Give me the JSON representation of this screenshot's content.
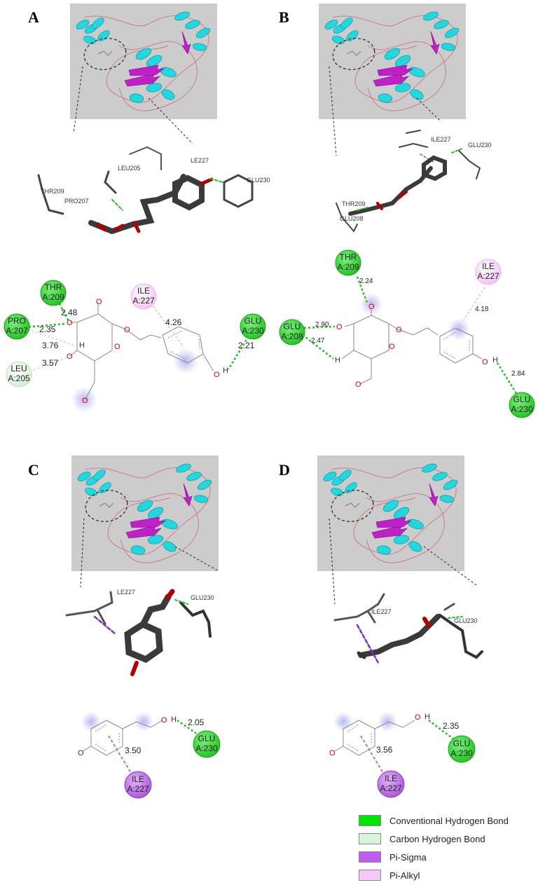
{
  "panels": {
    "A": {
      "letter": "A",
      "stick_labels": [
        "LE227",
        "LEU205",
        "THR209",
        "PRO207",
        "GLU230"
      ],
      "residues": [
        {
          "name": "THR",
          "chain": "A:209",
          "type": "conventional"
        },
        {
          "name": "PRO",
          "chain": "A:207",
          "type": "conventional"
        },
        {
          "name": "LEU",
          "chain": "A:205",
          "type": "carbon"
        },
        {
          "name": "ILE",
          "chain": "A:227",
          "type": "pi-alkyl"
        },
        {
          "name": "GLU",
          "chain": "A:230",
          "type": "conventional"
        }
      ],
      "distances": [
        "2.48",
        "2.35",
        "3.76",
        "3.57",
        "4.26",
        "2.21"
      ]
    },
    "B": {
      "letter": "B",
      "stick_labels": [
        "ILE227",
        "GLU230",
        "THR209",
        "GLU208"
      ],
      "residues": [
        {
          "name": "THR",
          "chain": "A:209",
          "type": "conventional"
        },
        {
          "name": "GLU",
          "chain": "A:208",
          "type": "conventional"
        },
        {
          "name": "ILE",
          "chain": "A:227",
          "type": "pi-alkyl"
        },
        {
          "name": "GLU",
          "chain": "A:230",
          "type": "conventional"
        }
      ],
      "distances": [
        "2.24",
        "2.90",
        "2.47",
        "4.18",
        "2.84"
      ]
    },
    "C": {
      "letter": "C",
      "stick_labels": [
        "LE227",
        "GLU230"
      ],
      "residues": [
        {
          "name": "GLU",
          "chain": "A:230",
          "type": "conventional"
        },
        {
          "name": "ILE",
          "chain": "A:227",
          "type": "pi-sigma"
        }
      ],
      "distances": [
        "2.05",
        "3.50"
      ]
    },
    "D": {
      "letter": "D",
      "stick_labels": [
        "ILE227",
        "GLU230"
      ],
      "residues": [
        {
          "name": "GLU",
          "chain": "A:230",
          "type": "conventional"
        },
        {
          "name": "ILE",
          "chain": "A:227",
          "type": "pi-sigma"
        }
      ],
      "distances": [
        "2.35",
        "3.56"
      ]
    }
  },
  "legend": [
    {
      "label": "Conventional Hydrogen Bond",
      "color": "#00e600"
    },
    {
      "label": "Carbon Hydrogen Bond",
      "color": "#d8f5d8"
    },
    {
      "label": "Pi-Sigma",
      "color": "#c05cf0"
    },
    {
      "label": "Pi-Alkyl",
      "color": "#f8c8f8"
    }
  ],
  "colors": {
    "conventional": "#2fd62f",
    "carbon": "#dff5df",
    "pi-sigma": "#b86ae0",
    "pi-alkyl": "#f5d0f5",
    "helix": "#22d8e0",
    "sheet": "#c020c8",
    "coil": "#d08080",
    "box": "#cccccc"
  },
  "atom_symbols": {
    "oxygen": "O",
    "hydrogen": "H"
  }
}
